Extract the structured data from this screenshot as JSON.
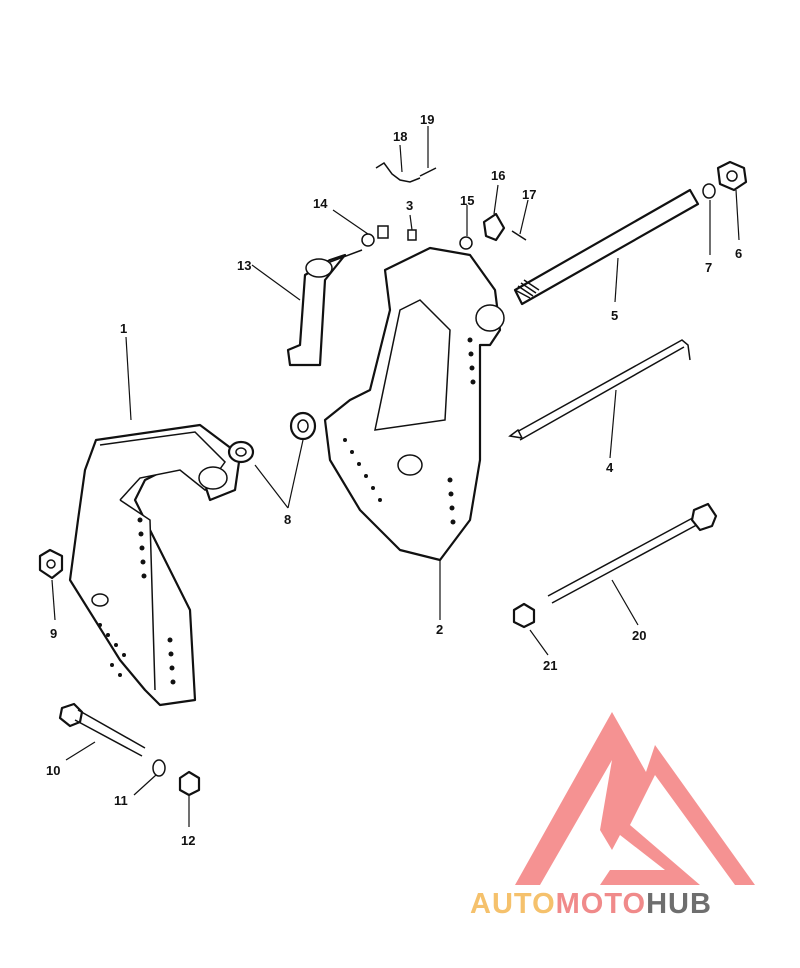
{
  "callouts": {
    "c1": "1",
    "c2": "2",
    "c3": "3",
    "c4": "4",
    "c5": "5",
    "c6": "6",
    "c7": "7",
    "c8": "8",
    "c9": "9",
    "c10": "10",
    "c11": "11",
    "c12": "12",
    "c13": "13",
    "c14": "14",
    "c15": "15",
    "c16": "16",
    "c17": "17",
    "c18": "18",
    "c19": "19",
    "c20": "20",
    "c21": "21"
  },
  "watermark": {
    "part1": "AUTO",
    "part2": "MOTO",
    "part3": "HUB",
    "color1": "#f5c16c",
    "color2": "#f08a8a",
    "color3": "#6e6e6e",
    "logo_color": "#f37f7f"
  }
}
